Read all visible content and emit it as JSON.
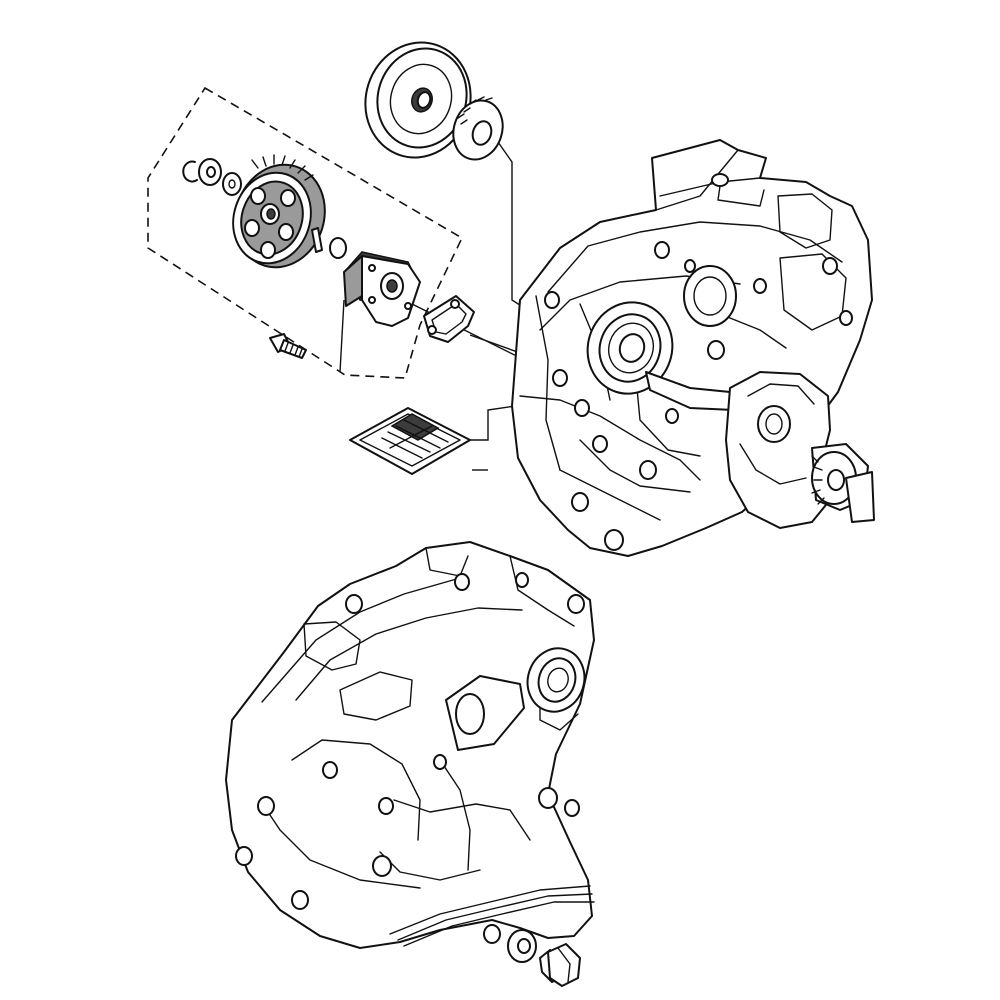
{
  "diagram": {
    "type": "exploded-parts-view",
    "colors": {
      "line": "#111111",
      "shade": "#9a9a9a",
      "background": "#ffffff"
    },
    "parts": [
      {
        "name": "oil-seal-disc"
      },
      {
        "name": "spring-washer"
      },
      {
        "name": "circlip"
      },
      {
        "name": "flat-washer"
      },
      {
        "name": "thrust-washer"
      },
      {
        "name": "oil-pump-drive-gear"
      },
      {
        "name": "dowel-pin"
      },
      {
        "name": "o-ring"
      },
      {
        "name": "oil-pump"
      },
      {
        "name": "pump-gasket"
      },
      {
        "name": "mounting-bolt"
      },
      {
        "name": "oil-strainer"
      },
      {
        "name": "right-crankcase-half"
      },
      {
        "name": "crankshaft"
      },
      {
        "name": "left-crankcase-half"
      },
      {
        "name": "drain-washer"
      },
      {
        "name": "drain-plug"
      }
    ]
  }
}
